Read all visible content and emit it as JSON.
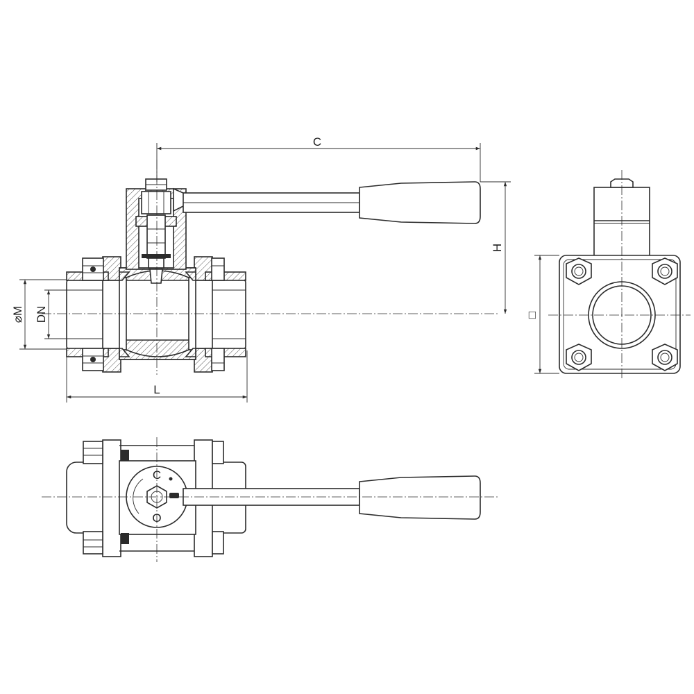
{
  "dimensions": {
    "c": "C",
    "h": "H",
    "l": "L",
    "dn": "DN",
    "m": "⌀M",
    "square": "□"
  },
  "dial": {
    "closed_mark": "C",
    "open_mark": "O"
  },
  "colors": {
    "line": "#2b2b2b",
    "background": "#ffffff"
  }
}
